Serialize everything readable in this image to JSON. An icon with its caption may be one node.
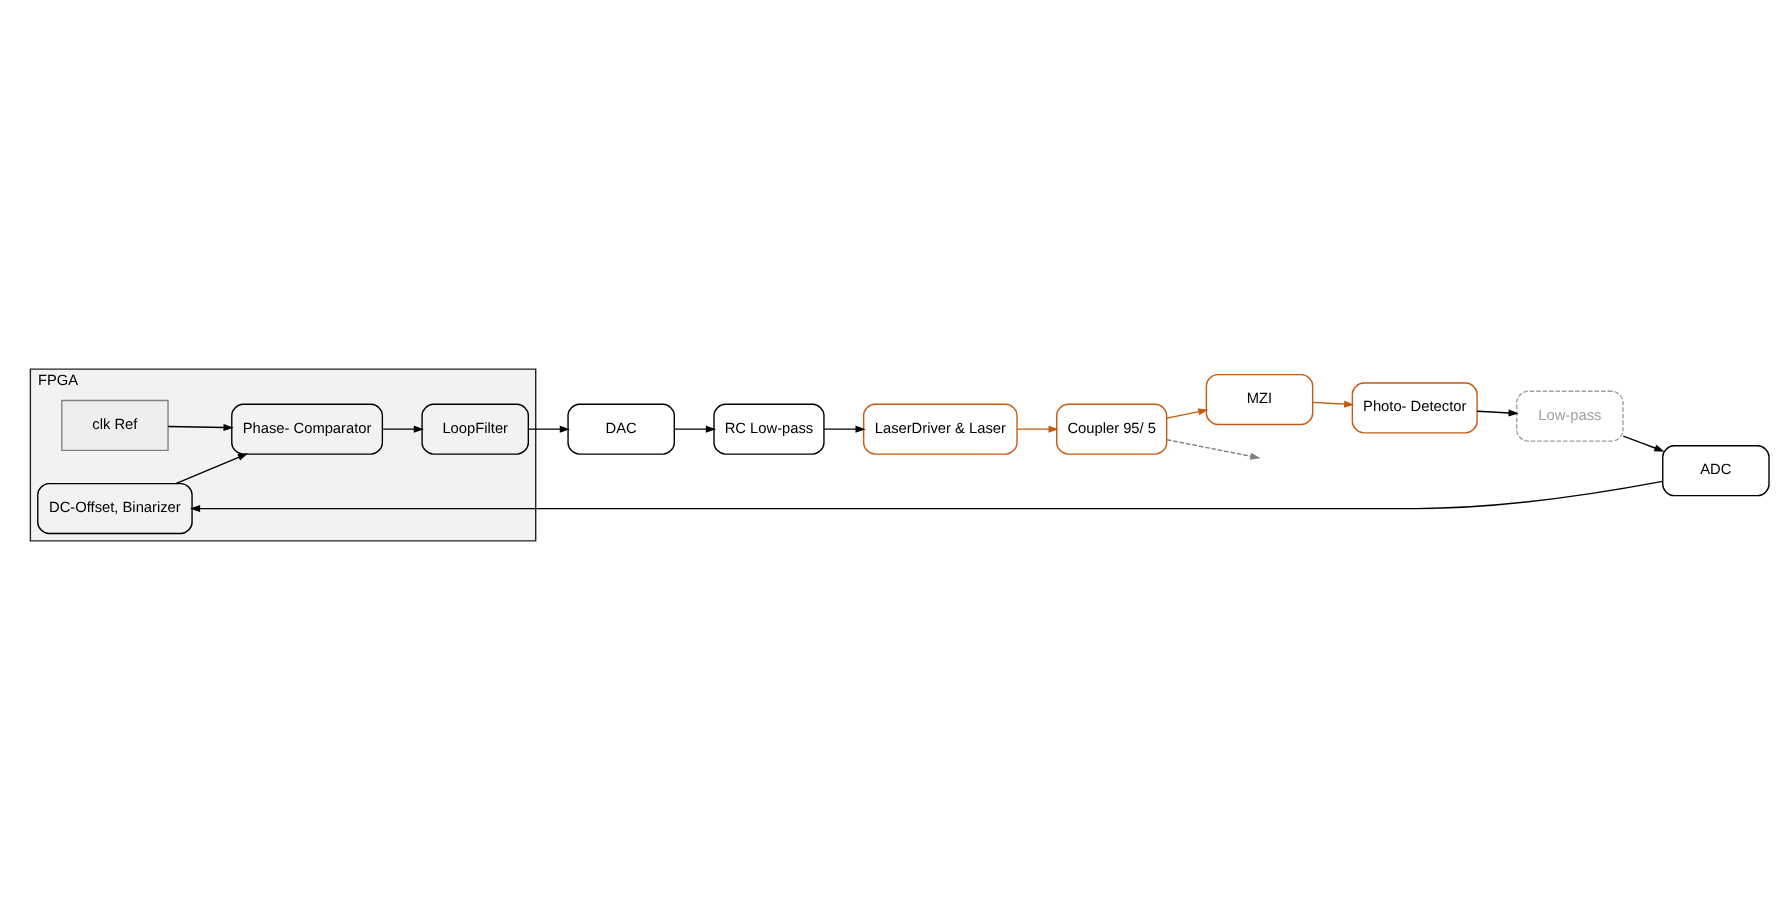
{
  "diagram": {
    "nodes": [
      {
        "text": [
          "LaserDriver & Laser"
        ]
      },
      {
        "text": [
          "Coupler 95/ 5"
        ]
      },
      {
        "text": [
          "MZI"
        ]
      },
      {
        "text": [
          "Photo- Detector"
        ]
      },
      {
        "text": [
          "RC Low-pass"
        ]
      },
      {
        "text": [
          "FPGA"
        ]
      },
      {
        "text": [
          "LoopFilter"
        ],
        "in": 5
      },
      {
        "text": [
          "DC-Offset, Binarizer"
        ],
        "in": 5
      },
      {
        "text": [
          "Low-pass"
        ]
      },
      {
        "text": [
          "DAC"
        ]
      },
      {
        "text": [
          "Phase- Comparator"
        ],
        "in": 5
      },
      {
        "text": [
          "clk Ref"
        ],
        "in": 5
      },
      {
        "text": [
          "ADC"
        ]
      }
    ],
    "edges": [
      {
        "from": 0,
        "to": 1,
        "arrow": "to",
        "color": "#c55a11"
      },
      {
        "from": 1,
        "to": 2,
        "arrow": "to",
        "color": "#c55a11"
      },
      {
        "from": 1,
        "to": null,
        "arrow": "to",
        "style": "dashed",
        "color": "#808080"
      },
      {
        "from": 2,
        "to": 3,
        "arrow": "to",
        "color": "#c55a11"
      },
      {
        "from": 3,
        "to": 8,
        "arrow": "to"
      },
      {
        "from": 8,
        "to": 12,
        "arrow": "to"
      },
      {
        "from": 12,
        "to": 7,
        "arrow": "to"
      },
      {
        "from": 7,
        "to": 10,
        "arrow": "to"
      },
      {
        "from": 11,
        "to": 10,
        "arrow": "to"
      },
      {
        "from": 10,
        "to": 6,
        "arrow": "to"
      },
      {
        "from": 6,
        "to": 9,
        "arrow": "to"
      },
      {
        "from": 9,
        "to": 4,
        "arrow": "to"
      },
      {
        "from": 4,
        "to": 0,
        "arrow": "to"
      }
    ]
  }
}
